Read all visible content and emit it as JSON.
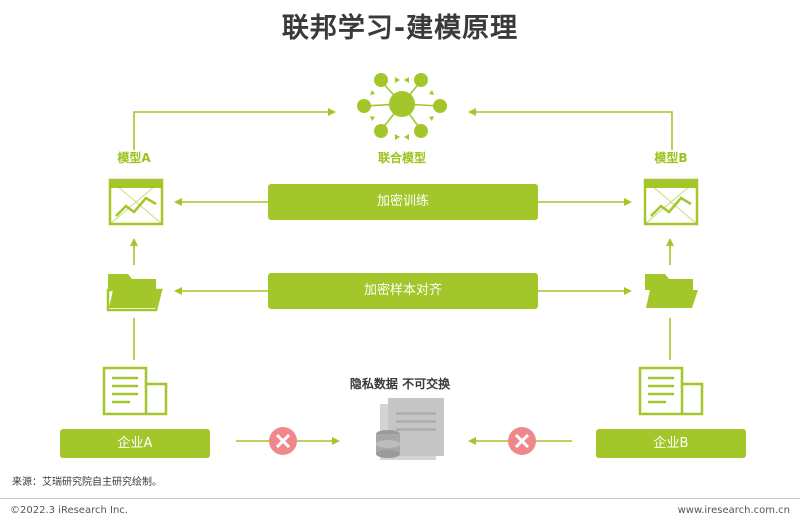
{
  "title": "联邦学习-建模原理",
  "nodes": {
    "model_a": "模型A",
    "model_b": "模型B",
    "federated_model": "联合模型",
    "encrypted_training": "加密训练",
    "encrypted_sample_alignment": "加密样本对齐",
    "enterprise_a": "企业A",
    "enterprise_b": "企业B",
    "no_exchange_note": "隐私数据 不可交换"
  },
  "footer": {
    "source": "来源：艾瑞研究院自主研究绘制。",
    "copyright": "©2022.3 iResearch Inc.",
    "website": "www.iresearch.com.cn"
  },
  "colors": {
    "accent": "#a3c72a",
    "accent_dark": "#8fb31c",
    "block_red": "#f0878a",
    "title": "#3a3a3a"
  }
}
